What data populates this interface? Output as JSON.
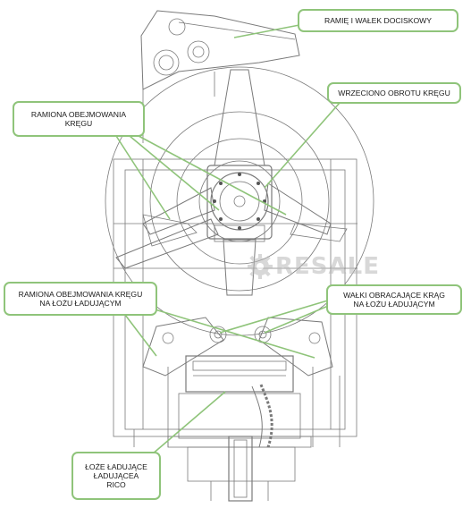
{
  "labels": {
    "ramie": "RAMIĘ I WAŁEK DOCISKOWY",
    "wrzeciono": "WRZECIONO OBROTU KRĘGU",
    "ramiona": "RAMIONA OBEJMOWANIA\nKRĘGU",
    "ramiona_loze": "RAMIONA OBEJMOWANIA KRĘGU\nNA ŁOŻU ŁADUJĄCYM",
    "walki": "WAŁKI OBRACAJĄCE KRĄG\nNA ŁOŻU ŁADUJĄCYM",
    "loze": "ŁOŻE ŁADUJĄCE\nŁADUJĄCEA\nRICO"
  },
  "watermark": {
    "text": "RESALE",
    "icon": "gear-icon"
  },
  "colors": {
    "callout_border": "#8fc47a",
    "leader": "#8fc47a",
    "drawing_line": "#7a7a7a",
    "watermark": "#b9b9b9"
  }
}
